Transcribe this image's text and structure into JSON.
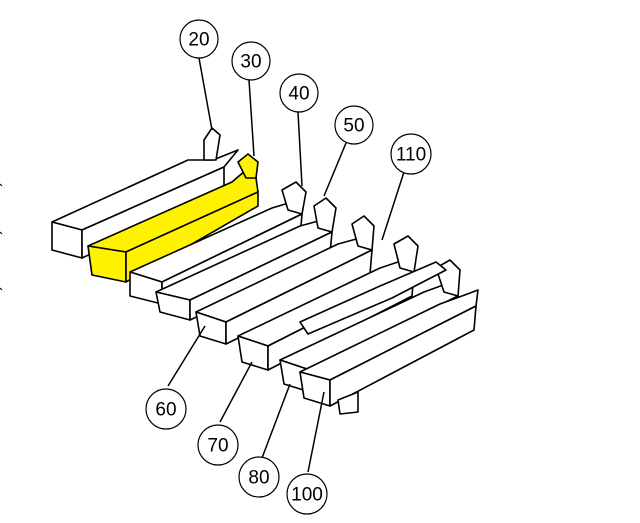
{
  "colors": {
    "highlight": "#FFF200",
    "part_fill": "#FFFFFF",
    "outline": "#000000"
  },
  "parts": [
    {
      "label": "20",
      "highlighted": false
    },
    {
      "label": "30",
      "highlighted": true
    },
    {
      "label": "40",
      "highlighted": false
    },
    {
      "label": "50",
      "highlighted": false
    },
    {
      "label": "60",
      "highlighted": false
    },
    {
      "label": "70",
      "highlighted": false
    },
    {
      "label": "80",
      "highlighted": false
    },
    {
      "label": "100",
      "highlighted": false
    },
    {
      "label": "110",
      "highlighted": false
    }
  ],
  "callouts": {
    "c20": "20",
    "c30": "30",
    "c40": "40",
    "c50": "50",
    "c110": "110",
    "c60": "60",
    "c70": "70",
    "c80": "80",
    "c100": "100"
  }
}
